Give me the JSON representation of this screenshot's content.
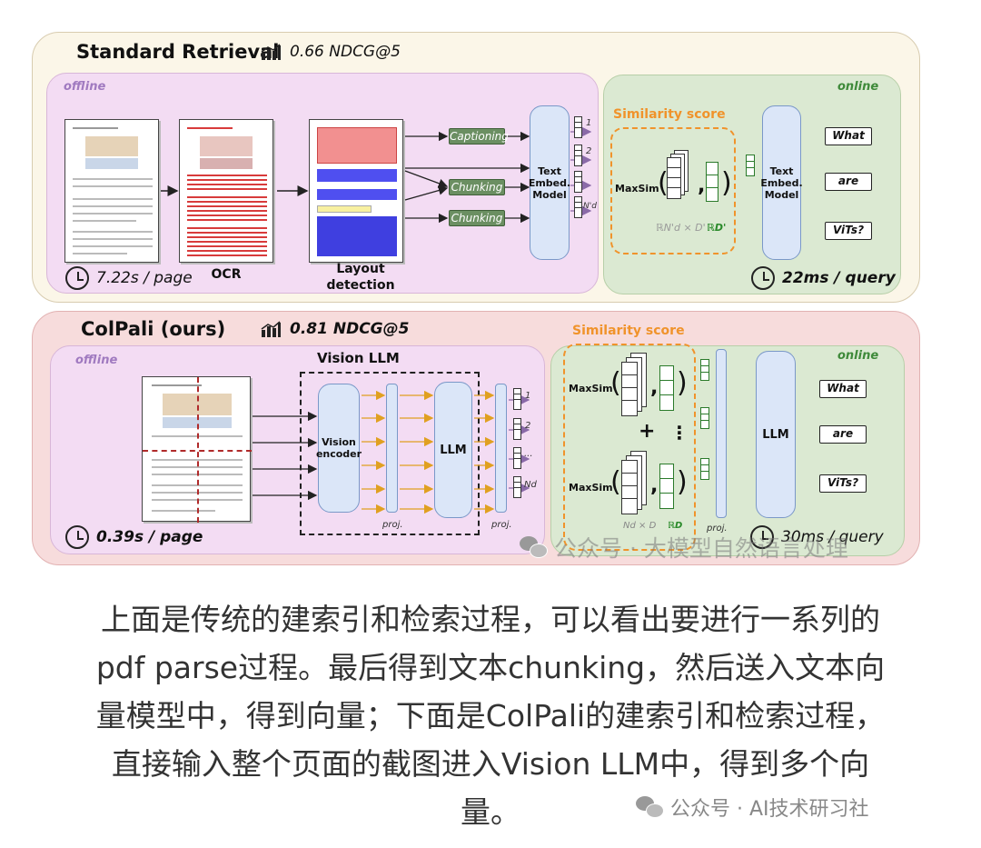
{
  "standard": {
    "title": "Standard Retrieval",
    "metric": "0.66 NDCG@5",
    "offline_tag": "offline",
    "online_tag": "online",
    "stage_labels": [
      "OCR",
      "Layout detection"
    ],
    "green_boxes": [
      "Captioning",
      "Chunking",
      "Chunking"
    ],
    "embed_numbers": [
      "1",
      "2",
      "N'd"
    ],
    "text_model": "Text Embed. Model",
    "similarity_title": "Similarity score",
    "maxsim": "MaxSim",
    "dims_left": "ℝN'd × D'",
    "dims_right": "ℝD'",
    "queries": [
      "What",
      "are",
      "ViTs?"
    ],
    "time_offline": "7.22s / page",
    "time_online": "22ms / query"
  },
  "colpali": {
    "title": "ColPali (ours)",
    "metric": "0.81 NDCG@5",
    "offline_tag": "offline",
    "online_tag": "online",
    "vision_llm": "Vision LLM",
    "vision_encoder": "Vision encoder",
    "llm": "LLM",
    "proj": "proj.",
    "embed_numbers": [
      "1",
      "2",
      "...",
      "Nd"
    ],
    "similarity_title": "Similarity score",
    "maxsim": "MaxSim",
    "plus": "+",
    "vdots": "⋮",
    "dims_left": "Nd × D",
    "dims_right": "ℝD",
    "queries": [
      "What",
      "are",
      "ViTs?"
    ],
    "time_offline": "0.39s / page",
    "time_online": "30ms / query"
  },
  "watermark_overlay": "公众号 · 大模型自然语言处理",
  "caption_lines": [
    "上面是传统的建索引和检索过程，可以看出要进行一系列的",
    "pdf parse过程。最后得到文本chunking，然后送入文本向",
    "量模型中，得到向量；下面是ColPali的建索引和检索过程，",
    "直接输入整个页面的截图进入Vision LLM中，得到多个向",
    "量。"
  ],
  "watermark_footer": "公众号 · AI技术研习社",
  "colors": {
    "panel_top": "#fbf6e8",
    "panel_bottom": "#f7dcdc",
    "offline_bg": "#f3dcf3",
    "online_bg": "#dbe9d2",
    "orange": "#f0932b",
    "blue_box": "#dbe6f8",
    "green_box": "#6b8f62",
    "ocr_red": "#d83b3b",
    "layout_blue": "#3f3fe0"
  }
}
